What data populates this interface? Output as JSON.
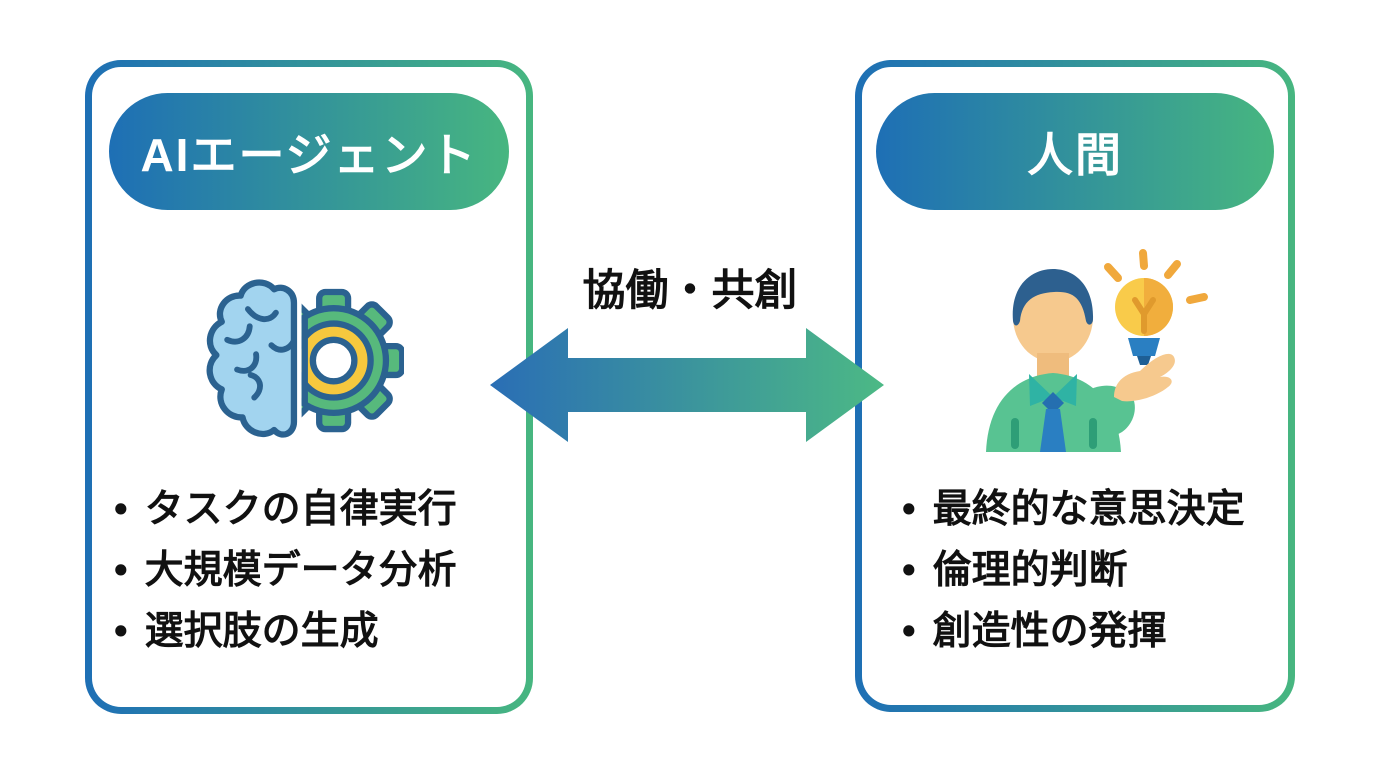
{
  "colors": {
    "gradient_blue": "#1e6fb5",
    "gradient_green": "#47b680",
    "text_black": "#111111",
    "page_bg": "#ffffff",
    "panel_bg": "#ffffff"
  },
  "list_style": {
    "bullet_char": "•"
  },
  "left_panel": {
    "title": "AIエージェント",
    "icon": "brain-gear-icon",
    "bullets": [
      "タスクの自律実行",
      "大規模データ分析",
      "選択肢の生成"
    ]
  },
  "center": {
    "label": "協働・共創",
    "icon": "double-arrow-icon",
    "arrow_blue": "#2a6eb5",
    "arrow_green": "#4cb985"
  },
  "right_panel": {
    "title": "人間",
    "icon": "human-lightbulb-icon",
    "bullets": [
      "最終的な意思決定",
      "倫理的判断",
      "創造性の発揮"
    ]
  }
}
